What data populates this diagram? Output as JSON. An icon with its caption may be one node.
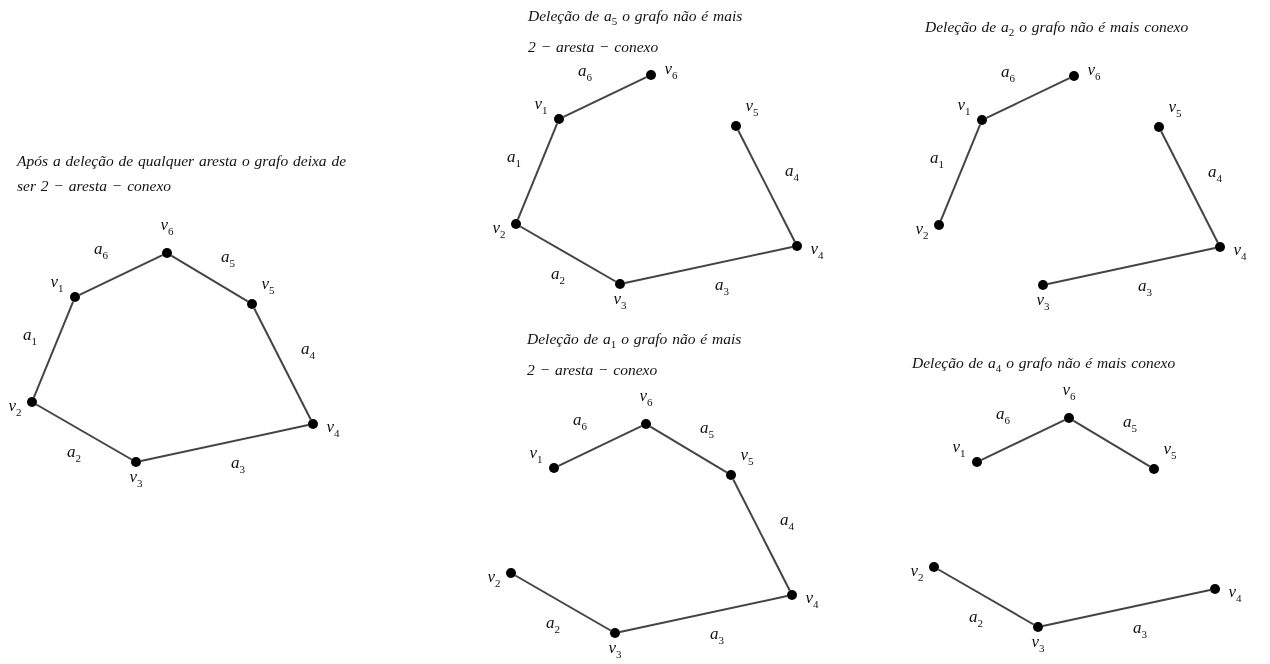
{
  "diagram": {
    "nodes": [
      {
        "text": [],
        "shape": "circle",
        "beside": [
          "v$_{1}$"
        ]
      },
      {
        "text": [],
        "shape": "circle",
        "beside": [
          "v$_{2}$"
        ]
      },
      {
        "text": [],
        "shape": "circle",
        "beside": [
          "v$_{3}$"
        ]
      },
      {
        "text": [],
        "shape": "circle",
        "beside": [
          "v$_{4}$"
        ]
      },
      {
        "text": [],
        "shape": "circle",
        "beside": [
          "v$_{5}$"
        ]
      },
      {
        "text": [],
        "shape": "circle",
        "beside": [
          "v$_{6}$"
        ]
      },
      {
        "text": [],
        "shape": "circle",
        "beside": [
          "v$_{1}$"
        ]
      },
      {
        "text": [],
        "shape": "circle",
        "beside": [
          "v$_{2}$"
        ]
      },
      {
        "text": [],
        "shape": "circle",
        "beside": [
          "v$_{3}$"
        ]
      },
      {
        "text": [],
        "shape": "circle",
        "beside": [
          "v$_{4}$"
        ]
      },
      {
        "text": [],
        "shape": "circle",
        "beside": [
          "v$_{5}$"
        ]
      },
      {
        "text": [],
        "shape": "circle",
        "beside": [
          "v$_{6}$"
        ]
      },
      {
        "text": [],
        "shape": "circle",
        "beside": [
          "v$_{1}$"
        ]
      },
      {
        "text": [],
        "shape": "circle",
        "beside": [
          "v$_{2}$"
        ]
      },
      {
        "text": [],
        "shape": "circle",
        "beside": [
          "v$_{3}$"
        ]
      },
      {
        "text": [],
        "shape": "circle",
        "beside": [
          "v$_{4}$"
        ]
      },
      {
        "text": [],
        "shape": "circle",
        "beside": [
          "v$_{5}$"
        ]
      },
      {
        "text": [],
        "shape": "circle",
        "beside": [
          "v$_{6}$"
        ]
      },
      {
        "text": [],
        "shape": "circle",
        "beside": [
          "v$_{1}$"
        ]
      },
      {
        "text": [],
        "shape": "circle",
        "beside": [
          "v$_{2}$"
        ]
      },
      {
        "text": [],
        "shape": "circle",
        "beside": [
          "v$_{3}$"
        ]
      },
      {
        "text": [],
        "shape": "circle",
        "beside": [
          "v$_{4}$"
        ]
      },
      {
        "text": [],
        "shape": "circle",
        "beside": [
          "v$_{5}$"
        ]
      },
      {
        "text": [],
        "shape": "circle",
        "beside": [
          "v$_{6}$"
        ]
      },
      {
        "text": [],
        "shape": "circle",
        "beside": [
          "v$_{1}$"
        ]
      },
      {
        "text": [],
        "shape": "circle",
        "beside": [
          "v$_{2}$"
        ]
      },
      {
        "text": [],
        "shape": "circle",
        "beside": [
          "v$_{3}$"
        ]
      },
      {
        "text": [],
        "shape": "circle",
        "beside": [
          "v$_{4}$"
        ]
      },
      {
        "text": [],
        "shape": "circle",
        "beside": [
          "v$_{5}$"
        ]
      },
      {
        "text": [],
        "shape": "circle",
        "beside": [
          "v$_{6}$"
        ]
      }
    ],
    "edges": [
      {
        "from": 0,
        "to": 5,
        "arrow": "none",
        "label": "a$_{6}$"
      },
      {
        "from": 5,
        "to": 4,
        "arrow": "none",
        "label": "a$_{5}$"
      },
      {
        "from": 0,
        "to": 1,
        "arrow": "none",
        "label": "a$_{1}$"
      },
      {
        "from": 4,
        "to": 3,
        "arrow": "none",
        "label": "a$_{4}$"
      },
      {
        "from": 1,
        "to": 2,
        "arrow": "none",
        "label": "a$_{2}$"
      },
      {
        "from": 2,
        "to": 3,
        "arrow": "none",
        "label": "a$_{3}$"
      },
      {
        "from": 6,
        "to": 11,
        "arrow": "none",
        "label": "a$_{6}$"
      },
      {
        "from": 6,
        "to": 7,
        "arrow": "none",
        "label": "a$_{1}$"
      },
      {
        "from": 10,
        "to": 9,
        "arrow": "none",
        "label": "a$_{4}$"
      },
      {
        "from": 7,
        "to": 8,
        "arrow": "none",
        "label": "a$_{2}$"
      },
      {
        "from": 8,
        "to": 9,
        "arrow": "none",
        "label": "a$_{3}$"
      },
      {
        "from": 12,
        "to": 17,
        "arrow": "none",
        "label": "a$_{6}$"
      },
      {
        "from": 12,
        "to": 13,
        "arrow": "none",
        "label": "a$_{1}$"
      },
      {
        "from": 16,
        "to": 15,
        "arrow": "none",
        "label": "a$_{4}$"
      },
      {
        "from": 14,
        "to": 15,
        "arrow": "none",
        "label": "a$_{3}$"
      },
      {
        "from": 18,
        "to": 23,
        "arrow": "none",
        "label": "a$_{6}$"
      },
      {
        "from": 23,
        "to": 22,
        "arrow": "none",
        "label": "a$_{5}$"
      },
      {
        "from": 22,
        "to": 21,
        "arrow": "none",
        "label": "a$_{4}$"
      },
      {
        "from": 19,
        "to": 20,
        "arrow": "none",
        "label": "a$_{2}$"
      },
      {
        "from": 20,
        "to": 21,
        "arrow": "none",
        "label": "a$_{3}$"
      },
      {
        "from": 24,
        "to": 29,
        "arrow": "none",
        "label": "a$_{6}$"
      },
      {
        "from": 29,
        "to": 28,
        "arrow": "none",
        "label": "a$_{5}$"
      },
      {
        "from": 25,
        "to": 26,
        "arrow": "none",
        "label": "a$_{2}$"
      },
      {
        "from": 26,
        "to": 27,
        "arrow": "none",
        "label": "a$_{3}$"
      }
    ],
    "labels": [
      "Após a deleção de qualquer aresta o grafo deixa de ser 2 − aresta − conexo",
      "Deleção de a$_{5}$ o grafo não é mais 2 − aresta − conexo",
      "Deleção de a$_{2}$ o grafo não é mais conexo",
      "Deleção de a$_{1}$ o grafo não é mais 2 − aresta − conexo",
      "Deleção de a$_{4}$ o grafo não é mais conexo"
    ]
  }
}
